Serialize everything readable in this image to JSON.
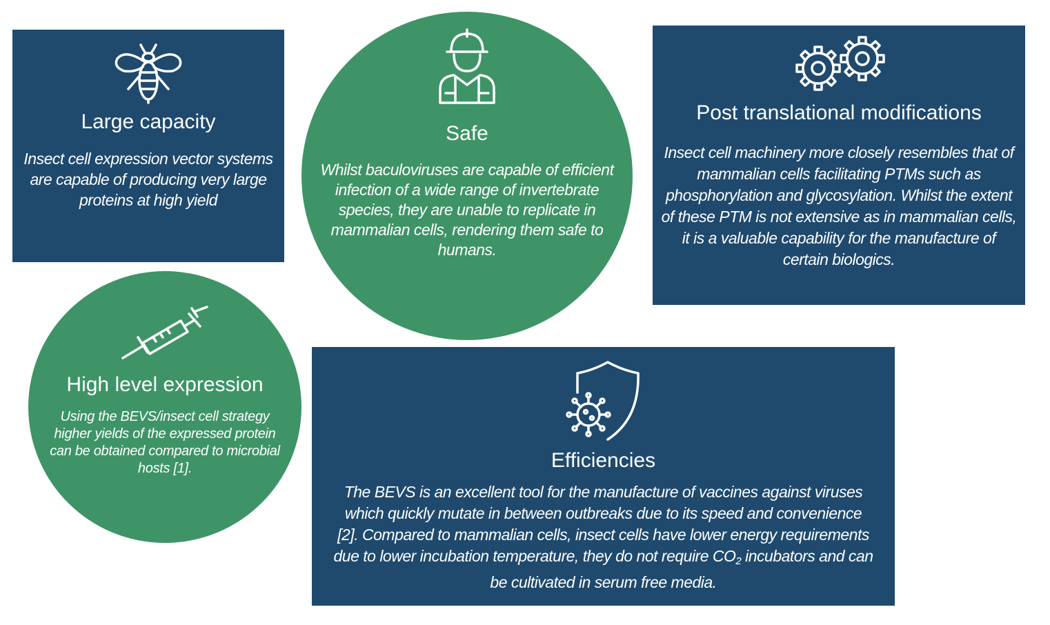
{
  "colors": {
    "panel_blue": "#1f4a6e",
    "panel_green": "#3e9467",
    "text": "#ffffff"
  },
  "large_capacity": {
    "icon": "bee-icon",
    "title": "Large capacity",
    "body": "Insect cell expression vector systems are capable of producing very large proteins at high yield"
  },
  "safe": {
    "icon": "worker-icon",
    "title": "Safe",
    "body": "Whilst baculoviruses are capable of efficient infection of a wide range of invertebrate species, they are unable to replicate in mammalian cells, rendering them safe to humans."
  },
  "ptm": {
    "icon": "gears-icon",
    "title": "Post translational modifications",
    "body": "Insect cell machinery more closely resembles that of mammalian cells facilitating PTMs such as phosphorylation and glycosylation. Whilst the extent of these PTM is not extensive as in mammalian cells, it is a valuable capability for the manufacture of certain biologics."
  },
  "high_level": {
    "icon": "syringe-icon",
    "title": "High level expression",
    "body": "Using the BEVS/insect cell strategy higher yields of the expressed protein can be obtained compared to microbial hosts [1]."
  },
  "efficiencies": {
    "icon": "virus-shield-icon",
    "title": "Efficiencies",
    "body_before": "The BEVS is an excellent tool for the manufacture of vaccines against viruses which quickly mutate in between outbreaks due to its speed and convenience [2]. Compared to mammalian cells, insect cells have lower energy requirements due to lower incubation temperature, they do not require CO",
    "subscript": "2",
    "body_after": " incubators and can be cultivated in serum free media."
  }
}
